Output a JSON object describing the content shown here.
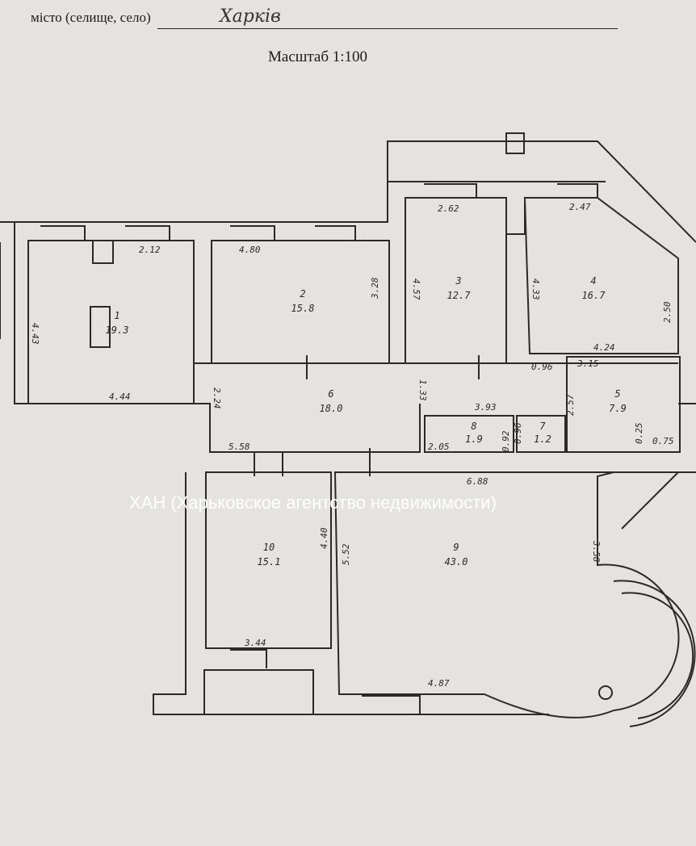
{
  "header": {
    "city_label": "місто (селище, село)",
    "city_value": "Харків",
    "scale": "Масштаб 1:100"
  },
  "watermark": "ХАН (Харьковское агентство недвижимости)",
  "rooms": [
    {
      "number": "1",
      "area": "19.3"
    },
    {
      "number": "2",
      "area": "15.8"
    },
    {
      "number": "3",
      "area": "12.7"
    },
    {
      "number": "4",
      "area": "16.7"
    },
    {
      "number": "5",
      "area": "7.9"
    },
    {
      "number": "6",
      "area": "18.0"
    },
    {
      "number": "7",
      "area": "1.2"
    },
    {
      "number": "8",
      "area": "1.9"
    },
    {
      "number": "9",
      "area": "43.0"
    },
    {
      "number": "10",
      "area": "15.1"
    }
  ],
  "dimensions": [
    "2.12",
    "4.43",
    "4.44",
    "4.80",
    "3.28",
    "2.62",
    "4.57",
    "2.47",
    "4.33",
    "2.50",
    "4.24",
    "0.96",
    "3.15",
    "1.33",
    "2.24",
    "3.93",
    "2.57",
    "5.58",
    "2.05",
    "0.92",
    "0.96",
    "0.25",
    "0.75",
    "6.88",
    "4.40",
    "5.52",
    "3.58",
    "3.44",
    "4.87"
  ]
}
